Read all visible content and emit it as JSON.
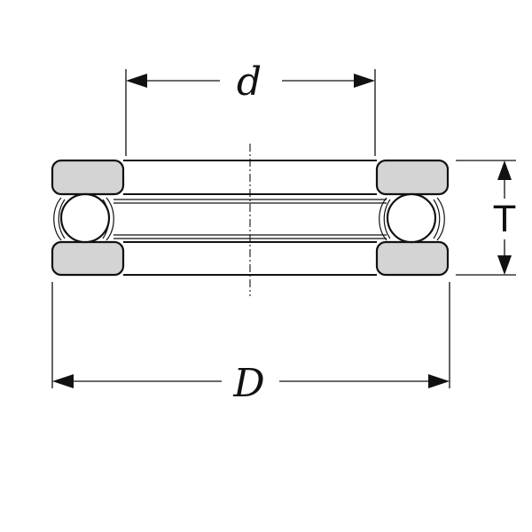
{
  "figure": {
    "labels": {
      "bore_diameter": "d",
      "outside_diameter": "D",
      "height": "T"
    }
  }
}
